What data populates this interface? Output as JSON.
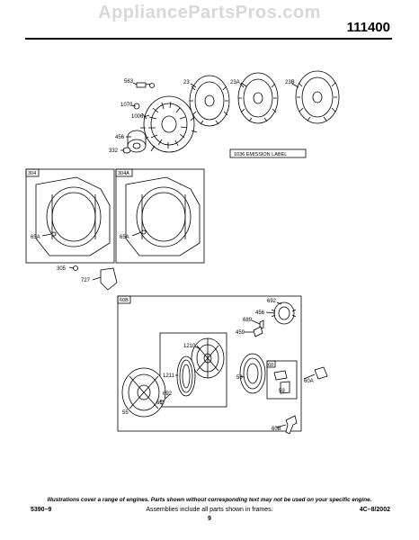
{
  "header": {
    "watermark": "AppliancePartsPros.com",
    "diagram_number": "111400"
  },
  "parts": {
    "p563": "563",
    "p23": "23",
    "p23A": "23A",
    "p23B": "23B",
    "p1070": "1070",
    "p1006": "1006",
    "p456": "456",
    "p332": "332",
    "p1036": "1036 EMISSION LABEL",
    "p304": "304",
    "p304A": "304A",
    "p65A_1": "65A",
    "p65A_2": "65A",
    "p305": "305",
    "p727": "727",
    "p60B_box": "60B",
    "p692": "692",
    "p456b": "456",
    "p689": "689",
    "p459": "459",
    "p1210": "1210",
    "p1211": "1211",
    "p58": "58",
    "p60": "60",
    "p59": "59",
    "p60A": "60A",
    "p692b": "692",
    "p65": "65",
    "p55": "55",
    "p60B": "60B"
  },
  "footer": {
    "note": "Illustrations cover a range of engines. Parts shown without corresponding text may not be used on your specific engine.",
    "code": "5390–9",
    "assemblies": "Assemblies include all parts shown in frames.",
    "date": "4C–8/2002",
    "page": "9"
  }
}
